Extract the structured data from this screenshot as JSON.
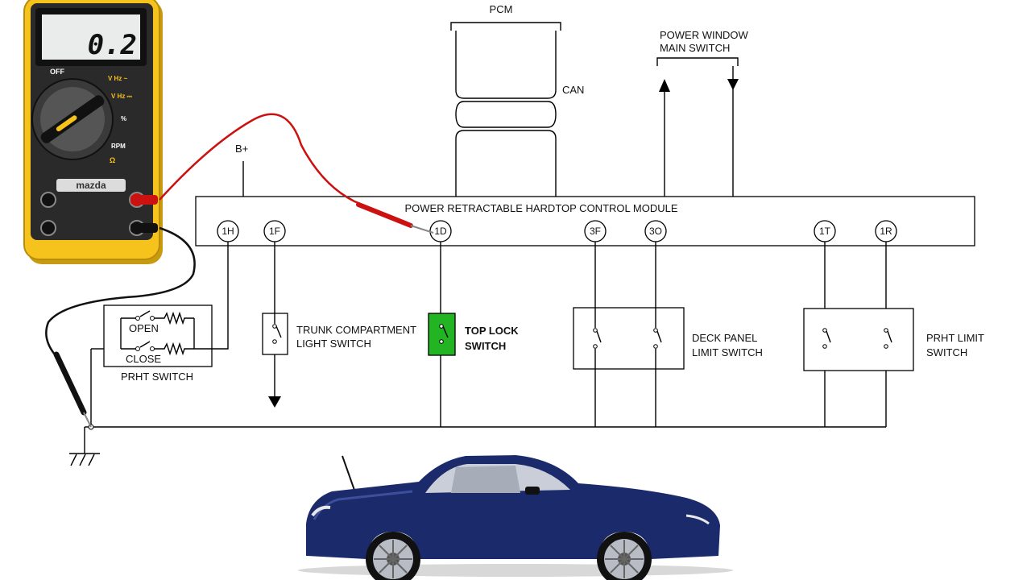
{
  "module": {
    "title": "POWER RETRACTABLE HARDTOP CONTROL MODULE"
  },
  "top": {
    "pcm": "PCM",
    "can": "CAN",
    "power_window_line1": "POWER WINDOW",
    "power_window_line2": "MAIN SWITCH",
    "bplus": "B+"
  },
  "pins": [
    "1H",
    "1F",
    "1D",
    "3F",
    "3O",
    "1T",
    "1R"
  ],
  "components": {
    "prht_switch": {
      "label": "PRHT SWITCH",
      "open": "OPEN",
      "close": "CLOSE"
    },
    "trunk_light_switch": {
      "line1": "TRUNK COMPARTMENT",
      "line2": "LIGHT SWITCH"
    },
    "top_lock_switch": {
      "line1": "TOP LOCK",
      "line2": "SWITCH",
      "highlight_color": "#22b422"
    },
    "deck_panel_limit_switch": {
      "line1": "DECK PANEL",
      "line2": "LIMIT SWITCH"
    },
    "prht_limit_switch": {
      "line1": "PRHT LIMIT",
      "line2": "SWITCH"
    }
  },
  "multimeter": {
    "display": "0.2",
    "off": "OFF",
    "brand": "mazda",
    "modes": [
      "V Hz ~",
      "V Hz ⎓",
      "%",
      "RPM",
      "Ω"
    ],
    "body_color": "#f6c21c",
    "probe_red": "#cc1111",
    "probe_black": "#111111"
  },
  "car": {
    "color": "#1b2a6b"
  }
}
